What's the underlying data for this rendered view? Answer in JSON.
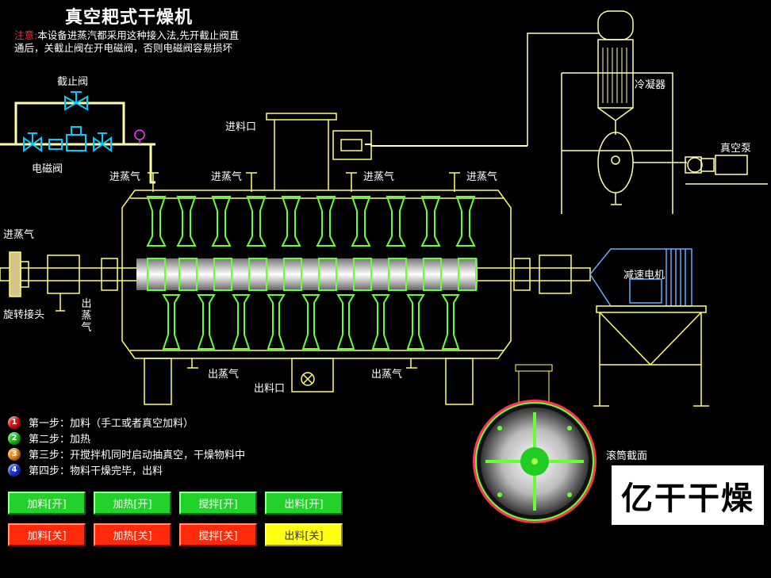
{
  "title": "真空耙式干燥机",
  "notice": {
    "prefix": "注意:",
    "line1": "本设备进蒸汽都采用这种接入法,先开截止阀直",
    "line2": "通后，关截止阀在开电磁阀，否则电磁阀容易损坏"
  },
  "labels": {
    "stop_valve": "截止阀",
    "solenoid_valve": "电磁阀",
    "feed_inlet": "进料口",
    "condenser": "冷凝器",
    "vacuum_pump": "真空泵",
    "steam_in_1": "进蒸气",
    "steam_in_2": "进蒸气",
    "steam_in_3": "进蒸气",
    "steam_in_4": "进蒸气",
    "steam_in_left": "进蒸气",
    "rotary_joint": "旋转接头",
    "steam_out_side": "出蒸气",
    "reducer_motor": "减速电机",
    "steam_out_1": "出蒸气",
    "steam_out_2": "出蒸气",
    "discharge": "出料口",
    "drum_section": "滚筒截面"
  },
  "steps": [
    {
      "num": "1",
      "color": "#e81010",
      "text": "第一步：加料（手工或者真空加料）"
    },
    {
      "num": "2",
      "color": "#18c818",
      "text": "第二步：加热"
    },
    {
      "num": "3",
      "color": "#f08a10",
      "text": "第三步：开搅拌机同时启动抽真空，干燥物料中"
    },
    {
      "num": "4",
      "color": "#1838e0",
      "text": "第四步：物料干燥完毕，出料"
    }
  ],
  "buttons": {
    "feed_on": "加料[开]",
    "heat_on": "加热[开]",
    "stir_on": "搅拌[开]",
    "discharge_on": "出料[开]",
    "feed_off": "加料[关]",
    "heat_off": "加热[关]",
    "stir_off": "搅拌[关]",
    "discharge_off": "出料[关]"
  },
  "logo": "亿干干燥",
  "colors": {
    "outline": "#ffff66",
    "paddle": "#66ff33",
    "pipe": "#ffffaa",
    "valve": "#00ccff"
  }
}
